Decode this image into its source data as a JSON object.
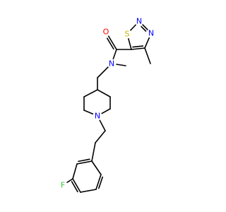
{
  "molecule": {
    "atoms": {
      "S": {
        "label": "S",
        "color": "#c8b400"
      },
      "N2": {
        "label": "N",
        "color": "#0000ff"
      },
      "N3": {
        "label": "N",
        "color": "#0000ff"
      },
      "C4": {
        "label": ""
      },
      "C5": {
        "label": ""
      },
      "Me4": {
        "label": ""
      },
      "Ccarb": {
        "label": ""
      },
      "O": {
        "label": "O",
        "color": "#ff0000"
      },
      "Namide": {
        "label": "N",
        "color": "#0000ff"
      },
      "NMe": {
        "label": ""
      },
      "CH2a": {
        "label": ""
      },
      "P4": {
        "label": ""
      },
      "P3": {
        "label": ""
      },
      "P2": {
        "label": ""
      },
      "Npip": {
        "label": "N",
        "color": "#0000ff"
      },
      "P6": {
        "label": ""
      },
      "P5": {
        "label": ""
      },
      "E1": {
        "label": ""
      },
      "E2": {
        "label": ""
      },
      "A1": {
        "label": ""
      },
      "A2": {
        "label": ""
      },
      "A3": {
        "label": ""
      },
      "A4": {
        "label": ""
      },
      "A5": {
        "label": ""
      },
      "A6": {
        "label": ""
      },
      "F": {
        "label": "F",
        "color": "#33cc33"
      }
    },
    "bond_color": "#000000"
  }
}
